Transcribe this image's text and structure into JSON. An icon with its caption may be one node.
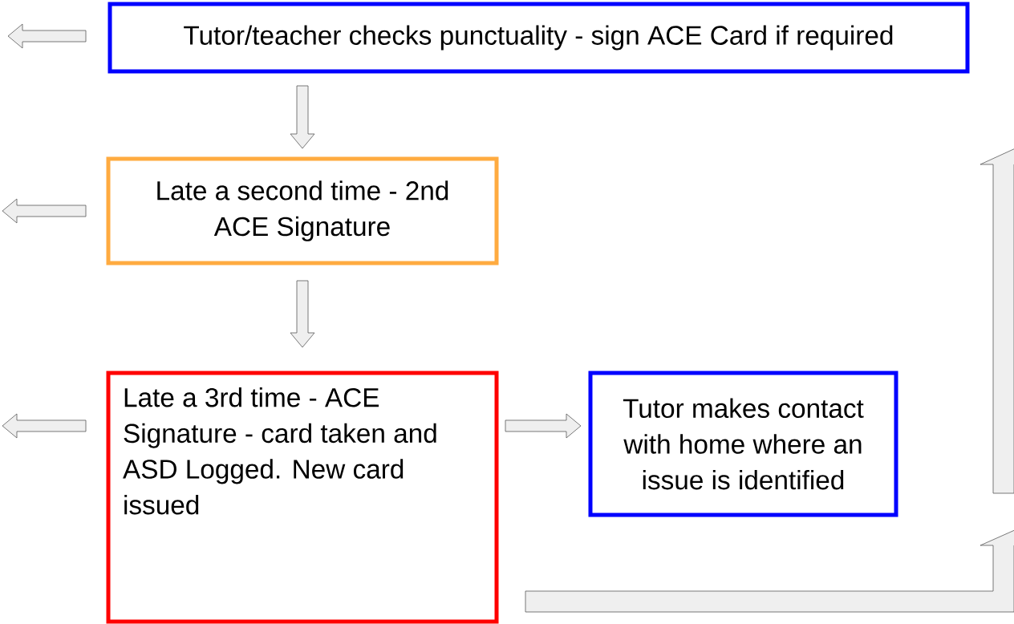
{
  "diagram": {
    "nodes": [
      {
        "text": [
          "Tutor/teacher checks punctuality - sign ACE Card if required"
        ]
      },
      {
        "text": [
          "Late a second time - 2nd ACE Signature"
        ]
      },
      {
        "text": [
          "Late a 3rd time - ACE Signature - card taken and ASD Logged. New card issued"
        ]
      },
      {
        "text": [
          "Tutor makes contact with home where an issue is identified"
        ]
      }
    ],
    "edges": [
      {
        "from": 0,
        "to": null,
        "arrow": "to"
      },
      {
        "from": 0,
        "to": 1,
        "arrow": "to"
      },
      {
        "from": 1,
        "to": null,
        "arrow": "to"
      },
      {
        "from": 1,
        "to": 2,
        "arrow": "to"
      },
      {
        "from": 2,
        "to": null,
        "arrow": "to"
      },
      {
        "from": 2,
        "to": 3,
        "arrow": "to"
      }
    ]
  }
}
